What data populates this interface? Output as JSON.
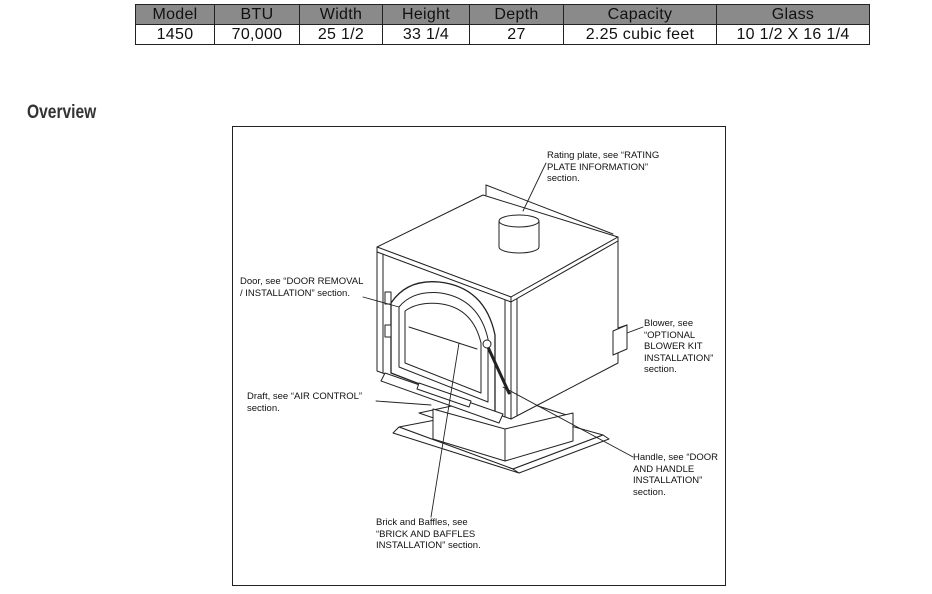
{
  "spec_table": {
    "headers": [
      "Model",
      "BTU",
      "Width",
      "Height",
      "Depth",
      "Capacity",
      "Glass"
    ],
    "row": [
      "1450",
      "70,000",
      "25 1/2",
      "33 1/4",
      "27",
      "2.25 cubic feet",
      "10 1/2 X 16 1/4"
    ]
  },
  "overview": {
    "heading": "Overview",
    "callouts": {
      "rating_plate": [
        "Rating plate, see “RATING",
        "PLATE INFORMATION”",
        "section."
      ],
      "door": [
        "Door, see “DOOR REMOVAL",
        "/ INSTALLATION” section."
      ],
      "blower": [
        "Blower, see",
        "“OPTIONAL",
        "BLOWER KIT",
        "INSTALLATION”",
        "section."
      ],
      "draft": [
        "Draft, see “AIR CONTROL”",
        "section."
      ],
      "handle": [
        "Handle, see “DOOR",
        "AND HANDLE",
        "INSTALLATION”",
        "section."
      ],
      "brick": [
        "Brick and Baffles, see",
        "“BRICK AND BAFFLES",
        "INSTALLATION” section."
      ]
    }
  }
}
